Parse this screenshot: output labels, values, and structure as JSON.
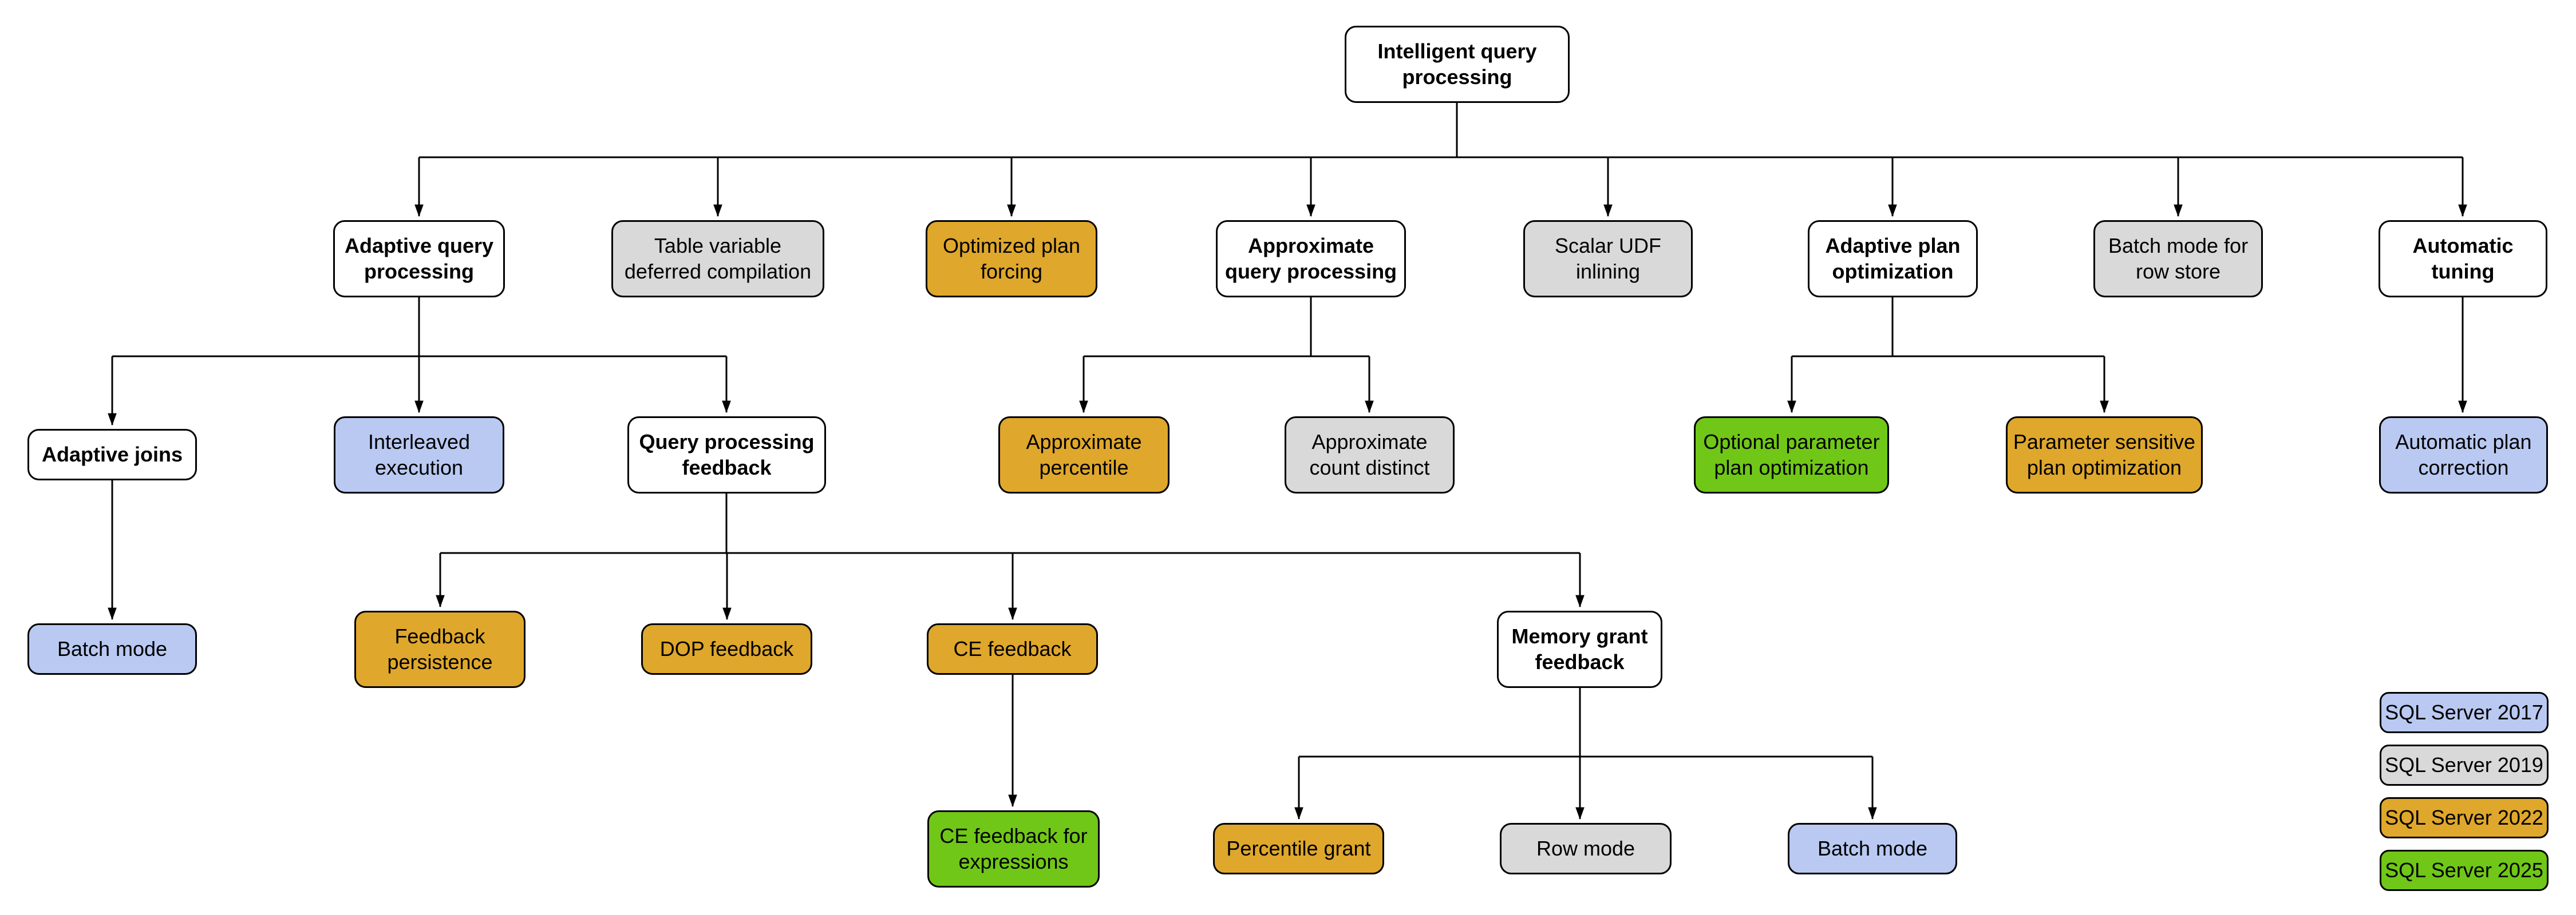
{
  "colors": {
    "base": "#ffffff",
    "v2017": "#b9c9f2",
    "v2019": "#d9d9d9",
    "v2022": "#dfa72b",
    "v2025": "#70c717"
  },
  "nodes": {
    "root": {
      "label": "Intelligent query\nprocessing",
      "version": "base"
    },
    "aqp": {
      "label": "Adaptive query\nprocessing",
      "version": "base"
    },
    "tvdc": {
      "label": "Table variable\ndeferred compilation",
      "version": "v2019"
    },
    "opf": {
      "label": "Optimized plan\nforcing",
      "version": "v2022"
    },
    "approx_qp": {
      "label": "Approximate\nquery processing",
      "version": "base"
    },
    "scalar_udf": {
      "label": "Scalar UDF\ninlining",
      "version": "v2019"
    },
    "apo": {
      "label": "Adaptive plan\noptimization",
      "version": "base"
    },
    "bmrs": {
      "label": "Batch mode for\nrow store",
      "version": "v2019"
    },
    "autotune": {
      "label": "Automatic\ntuning",
      "version": "base"
    },
    "aj": {
      "label": "Adaptive joins",
      "version": "base"
    },
    "interleaved": {
      "label": "Interleaved\nexecution",
      "version": "v2017"
    },
    "qpf": {
      "label": "Query processing\nfeedback",
      "version": "base"
    },
    "approx_pct": {
      "label": "Approximate\npercentile",
      "version": "v2022"
    },
    "approx_cd": {
      "label": "Approximate\ncount distinct",
      "version": "v2019"
    },
    "oppo": {
      "label": "Optional parameter\nplan optimization",
      "version": "v2025"
    },
    "pspo": {
      "label": "Parameter sensitive\nplan optimization",
      "version": "v2022"
    },
    "apc": {
      "label": "Automatic plan\ncorrection",
      "version": "v2017"
    },
    "bm_aj": {
      "label": "Batch mode",
      "version": "v2017"
    },
    "fb_persist": {
      "label": "Feedback\npersistence",
      "version": "v2022"
    },
    "dop_fb": {
      "label": "DOP feedback",
      "version": "v2022"
    },
    "ce_fb": {
      "label": "CE feedback",
      "version": "v2022"
    },
    "mgf": {
      "label": "Memory grant\nfeedback",
      "version": "base"
    },
    "ce_fb_expr": {
      "label": "CE feedback for\nexpressions",
      "version": "v2025"
    },
    "pct_grant": {
      "label": "Percentile grant",
      "version": "v2022"
    },
    "row_mode": {
      "label": "Row mode",
      "version": "v2019"
    },
    "bm_mgf": {
      "label": "Batch mode",
      "version": "v2017"
    }
  },
  "legend": {
    "items": [
      {
        "label": "SQL Server 2017",
        "version": "v2017"
      },
      {
        "label": "SQL Server 2019",
        "version": "v2019"
      },
      {
        "label": "SQL Server 2022",
        "version": "v2022"
      },
      {
        "label": "SQL Server 2025",
        "version": "v2025"
      }
    ]
  }
}
